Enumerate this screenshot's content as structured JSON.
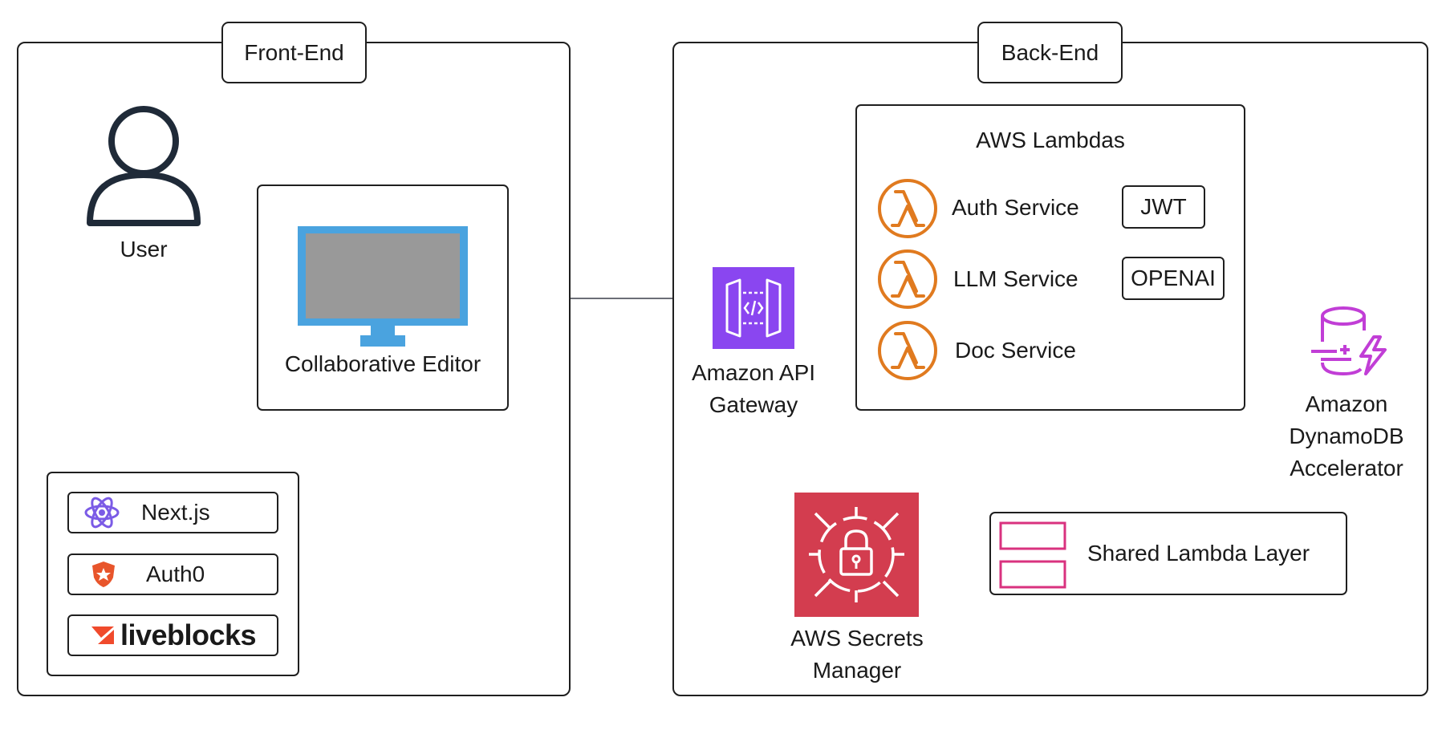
{
  "frontend": {
    "title": "Front-End",
    "user_label": "User",
    "editor_label": "Collaborative Editor",
    "stack": [
      {
        "label": "Next.js",
        "icon": "react-icon"
      },
      {
        "label": "Auth0",
        "icon": "auth0-shield-icon"
      }
    ],
    "liveblocks_label": "liveblocks"
  },
  "backend": {
    "title": "Back-End",
    "api_gateway_label": [
      "Amazon API",
      "Gateway"
    ],
    "lambdas_title": "AWS Lambdas",
    "services": [
      {
        "label": "Auth Service",
        "target": "JWT"
      },
      {
        "label": "LLM Service",
        "target": "OPENAI"
      },
      {
        "label": "Doc Service",
        "target": ""
      }
    ],
    "dynamodb_label": [
      "Amazon",
      "DynamoDB",
      "Accelerator"
    ],
    "secrets_label": [
      "AWS Secrets",
      "Manager"
    ],
    "shared_layer_label": "Shared Lambda Layer"
  },
  "colors": {
    "line": "#3a3f4a",
    "lambda_orange": "#e07a1f",
    "api_purple": "#8a46f0",
    "secrets_red": "#d33d4f",
    "dynamo_magenta": "#c13ed6",
    "layer_pink": "#d9327f",
    "monitor_blue": "#4aa3df",
    "screen_gray": "#999999"
  }
}
